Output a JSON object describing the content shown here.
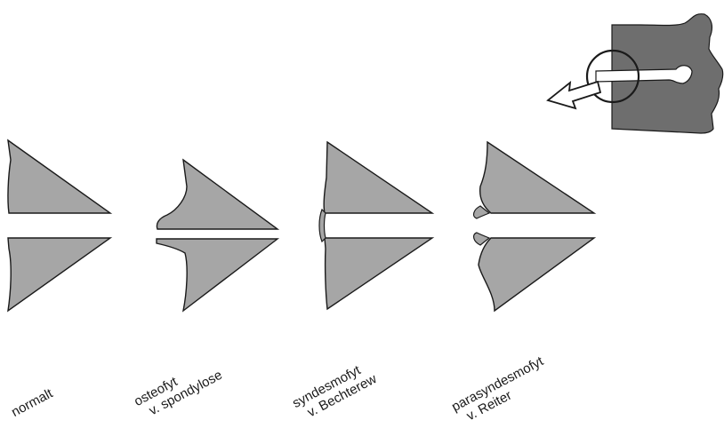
{
  "colors": {
    "bone": "#a6a6a6",
    "outline": "#1a1a1a",
    "background": "#ffffff",
    "inset_bone": "#6e6e6e"
  },
  "labels": {
    "normal": "normalt",
    "osteophyte_line1": "osteofyt",
    "osteophyte_line2": "v. spondylose",
    "syndesmophyte_line1": "syndesmofyt",
    "syndesmophyte_line2": "v. Bechterew",
    "parasyndesmophyte_line1": "parasyndesmofyt",
    "parasyndesmophyte_line2": "v. Reiter"
  },
  "icons": {
    "magnifier": "circle-highlight",
    "pointer": "hollow-arrow"
  }
}
